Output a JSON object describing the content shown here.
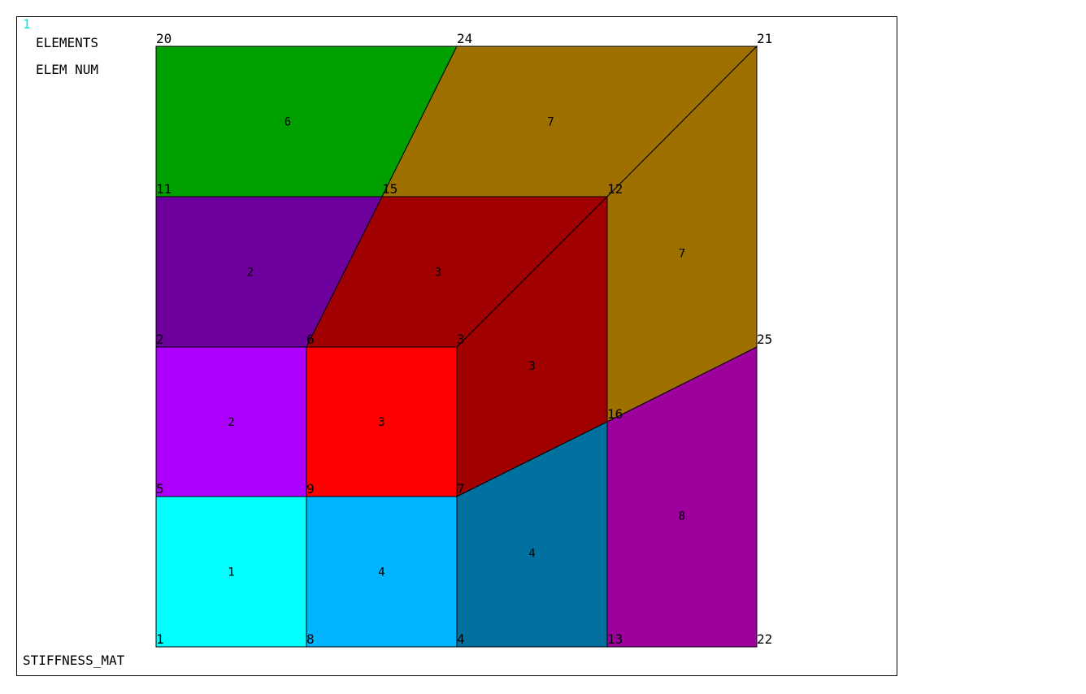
{
  "window_number": "1",
  "labels": {
    "line1": "ELEMENTS",
    "line2": "ELEM NUM",
    "bottom": "STIFFNESS_MAT"
  },
  "colors": {
    "window_number": "#00e5e5",
    "outline": "#000000"
  },
  "elements": [
    {
      "id": "6",
      "nodes": [
        "11",
        "15",
        "24",
        "20"
      ],
      "color": "#00a000"
    },
    {
      "id": "7",
      "nodes": [
        "15",
        "12",
        "21",
        "24"
      ],
      "color": "#9e7000"
    },
    {
      "id": "7",
      "nodes": [
        "12",
        "16",
        "25",
        "21"
      ],
      "color": "#9e7000"
    },
    {
      "id": "2",
      "nodes": [
        "2",
        "6",
        "15",
        "11"
      ],
      "color": "#6e009e"
    },
    {
      "id": "3",
      "nodes": [
        "6",
        "3",
        "12",
        "15"
      ],
      "color": "#a00000"
    },
    {
      "id": "3",
      "nodes": [
        "3",
        "7",
        "16",
        "12"
      ],
      "color": "#a00000"
    },
    {
      "id": "2",
      "nodes": [
        "5",
        "9",
        "6",
        "2"
      ],
      "color": "#ae00ff"
    },
    {
      "id": "3",
      "nodes": [
        "9",
        "7",
        "3",
        "6"
      ],
      "color": "#ff0000"
    },
    {
      "id": "1",
      "nodes": [
        "1",
        "8",
        "9",
        "5"
      ],
      "color": "#00ffff"
    },
    {
      "id": "4",
      "nodes": [
        "8",
        "4",
        "7",
        "9"
      ],
      "color": "#00b4ff"
    },
    {
      "id": "4",
      "nodes": [
        "4",
        "13",
        "16",
        "7"
      ],
      "color": "#00709e"
    },
    {
      "id": "8",
      "nodes": [
        "13",
        "22",
        "25",
        "16"
      ],
      "color": "#9e009e"
    }
  ],
  "nodes": [
    {
      "id": "20"
    },
    {
      "id": "24"
    },
    {
      "id": "21"
    },
    {
      "id": "11"
    },
    {
      "id": "15"
    },
    {
      "id": "12"
    },
    {
      "id": "2"
    },
    {
      "id": "6"
    },
    {
      "id": "3"
    },
    {
      "id": "25"
    },
    {
      "id": "16"
    },
    {
      "id": "5"
    },
    {
      "id": "9"
    },
    {
      "id": "7"
    },
    {
      "id": "1"
    },
    {
      "id": "8"
    },
    {
      "id": "4"
    },
    {
      "id": "13"
    },
    {
      "id": "22"
    }
  ]
}
